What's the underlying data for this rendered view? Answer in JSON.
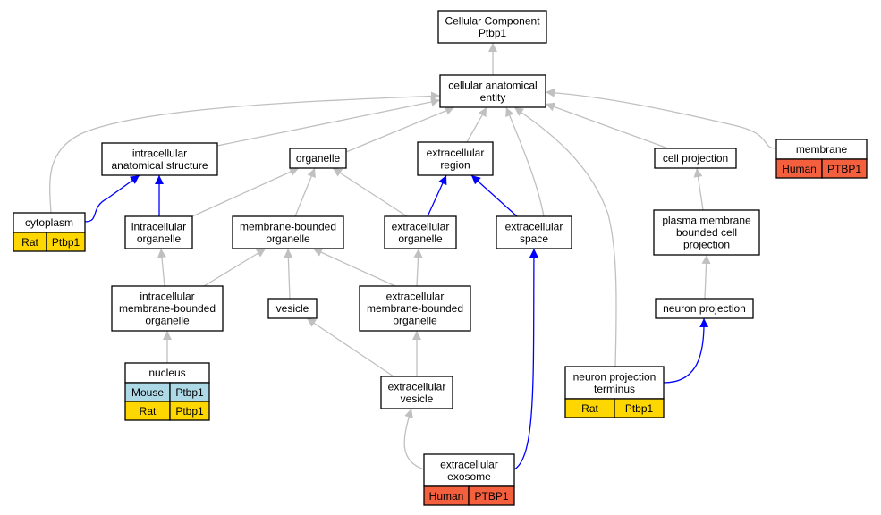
{
  "colors": {
    "edge_default": "#c0c0c0",
    "edge_highlight": "#0000ff",
    "species_human": "#f4603e",
    "species_rat": "#ffd700",
    "species_mouse": "#add8e6"
  },
  "nodes": {
    "root": [
      "Cellular Component",
      "Ptbp1"
    ],
    "cellular_anatomical_entity": [
      "cellular anatomical",
      "entity"
    ],
    "intracellular_anatomical_structure": [
      "intracellular",
      "anatomical structure"
    ],
    "organelle": [
      "organelle"
    ],
    "extracellular_region": [
      "extracellular",
      "region"
    ],
    "cell_projection": [
      "cell projection"
    ],
    "membrane": [
      "membrane"
    ],
    "cytoplasm": [
      "cytoplasm"
    ],
    "intracellular_organelle": [
      "intracellular",
      "organelle"
    ],
    "membrane_bounded_organelle": [
      "membrane-bounded",
      "organelle"
    ],
    "extracellular_organelle": [
      "extracellular",
      "organelle"
    ],
    "extracellular_space": [
      "extracellular",
      "space"
    ],
    "plasma_membrane_bounded_cell_projection": [
      "plasma membrane",
      "bounded cell",
      "projection"
    ],
    "intracellular_membrane_bounded_organelle": [
      "intracellular",
      "membrane-bounded",
      "organelle"
    ],
    "vesicle": [
      "vesicle"
    ],
    "extracellular_membrane_bounded_organelle": [
      "extracellular",
      "membrane-bounded",
      "organelle"
    ],
    "neuron_projection": [
      "neuron projection"
    ],
    "nucleus": [
      "nucleus"
    ],
    "extracellular_vesicle": [
      "extracellular",
      "vesicle"
    ],
    "neuron_projection_terminus": [
      "neuron projection",
      "terminus"
    ],
    "extracellular_exosome": [
      "extracellular",
      "exosome"
    ]
  },
  "annotations": {
    "membrane": [
      [
        "Human",
        "PTBP1"
      ]
    ],
    "cytoplasm": [
      [
        "Rat",
        "Ptbp1"
      ]
    ],
    "nucleus": [
      [
        "Mouse",
        "Ptbp1"
      ],
      [
        "Rat",
        "Ptbp1"
      ]
    ],
    "neuron_projection_terminus": [
      [
        "Rat",
        "Ptbp1"
      ]
    ],
    "extracellular_exosome": [
      [
        "Human",
        "PTBP1"
      ]
    ]
  }
}
